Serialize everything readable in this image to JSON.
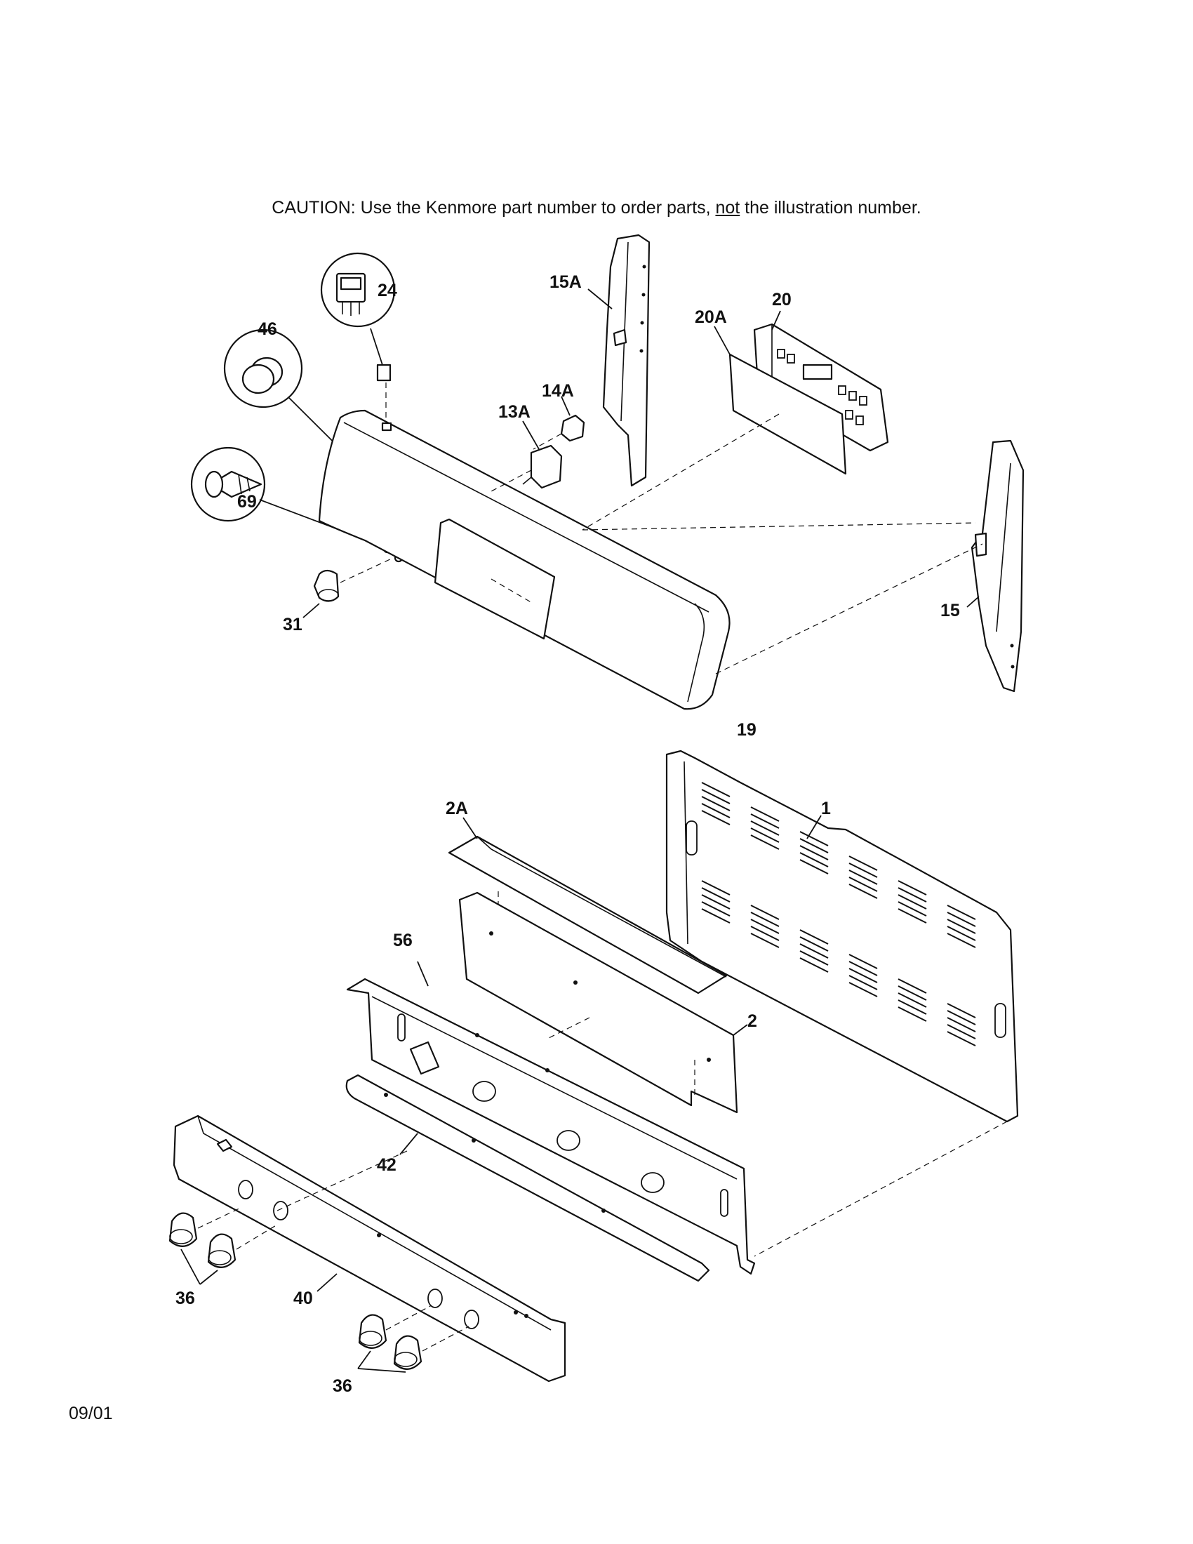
{
  "caution": {
    "prefix": "CAUTION: Use the Kenmore part number to order parts, ",
    "emphasis": "not",
    "suffix": " the illustration number."
  },
  "footer_date": "09/01",
  "callouts": {
    "c24": "24",
    "c46": "46",
    "c69": "69",
    "c15A": "15A",
    "c20": "20",
    "c20A": "20A",
    "c14A": "14A",
    "c13A": "13A",
    "c15": "15",
    "c31": "31",
    "c19": "19",
    "c2A": "2A",
    "c1": "1",
    "c56": "56",
    "c2": "2",
    "c42": "42",
    "c36a": "36",
    "c40": "40",
    "c36b": "36"
  }
}
